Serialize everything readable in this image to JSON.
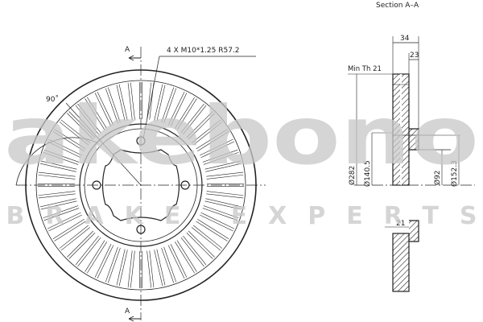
{
  "section_title": "Section A–A",
  "section_marker": "A",
  "thread_note": "4 X M10*1.25 R57.2",
  "angle_label": "90˚",
  "min_thickness_label": "Min Th 21",
  "dimensions": {
    "overall_width": "34",
    "hat_depth": "23",
    "disc_thickness": "21",
    "outer_diameter": "Ø282",
    "center_diameter": "Ø140.5",
    "bore_diameter": "Ø92",
    "hat_diameter": "Ø152.3"
  },
  "watermark": {
    "brand": "akebono",
    "tagline": "BRAKE EXPERTS"
  },
  "colors": {
    "line": "#222222",
    "watermark": "#c8c8c8"
  }
}
